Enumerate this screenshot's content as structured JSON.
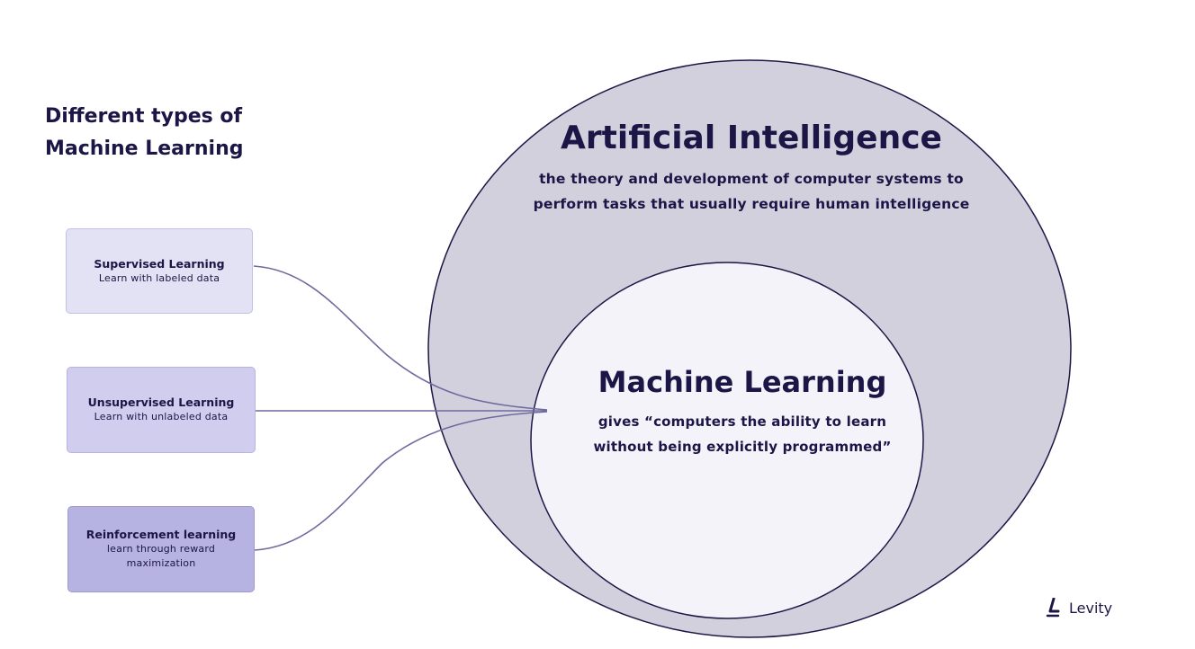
{
  "heading": {
    "line1": "Different types of",
    "line2": "Machine Learning"
  },
  "types": [
    {
      "title": "Supervised Learning",
      "desc_lines": [
        "Learn with labeled data"
      ]
    },
    {
      "title": "Unsupervised Learning",
      "desc_lines": [
        "Learn with unlabeled data"
      ]
    },
    {
      "title": "Reinforcement learning",
      "desc_lines": [
        "learn through reward",
        "maximization"
      ]
    }
  ],
  "ai": {
    "title": "Artificial Intelligence",
    "desc_lines": [
      "the theory and development of computer systems to",
      "perform tasks that usually require human intelligence"
    ]
  },
  "ml": {
    "title": "Machine Learning",
    "desc_lines": [
      "gives “computers the ability to learn",
      "without being explicitly programmed”"
    ]
  },
  "brand": {
    "name": "Levity",
    "icon": "levity-logo-icon"
  },
  "colors": {
    "ai_circle_fill": "#d3d0de",
    "ml_circle_fill": "#f4f3fa",
    "outline": "#1b1646",
    "connector": "#6f6a9e",
    "text": "#1b1646"
  }
}
